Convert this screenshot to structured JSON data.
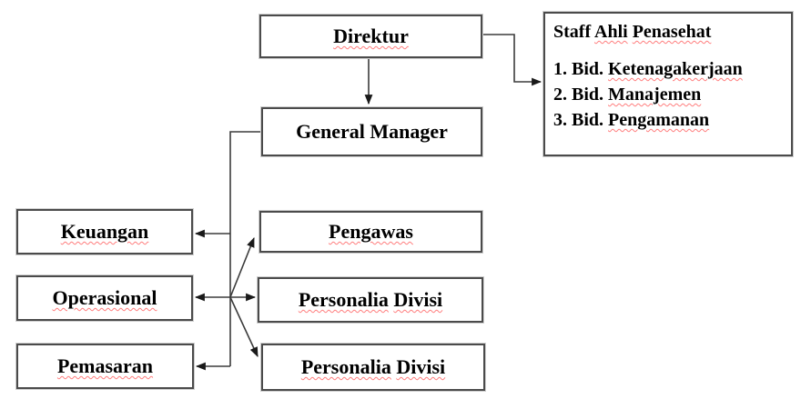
{
  "colors": {
    "box_border": "#4b4b4b",
    "box_halo": "#cfcfcf",
    "box_background": "#ffffff",
    "text": "#000000",
    "spellcheck_underline": "#ff7d7d",
    "connector_line": "#3b3b3b",
    "arrowhead": "#1a1a1a"
  },
  "nodes": {
    "direktur": {
      "label": "Direktur"
    },
    "general_manager": {
      "label": "General Manager"
    },
    "keuangan": {
      "label": "Keuangan"
    },
    "operasional": {
      "label": "Operasional"
    },
    "pemasaran": {
      "label": "Pemasaran"
    },
    "pengawas": {
      "label": "Pengawas"
    },
    "personalia_divisi_1": {
      "word1": "Personalia",
      "word2": "Divisi"
    },
    "personalia_divisi_2": {
      "word1": "Personalia",
      "word2": "Divisi"
    }
  },
  "advisor": {
    "title": {
      "word1": "Staff",
      "word2": "Ahli",
      "word3": "Penasehat"
    },
    "items": [
      {
        "prefix": "1. Bid.",
        "term": "Ketenagakerjaan"
      },
      {
        "prefix": "2. Bid.",
        "term": "Manajemen"
      },
      {
        "prefix": "3. Bid.",
        "term": "Pengamanan"
      }
    ]
  },
  "edges": [
    {
      "from": "Direktur",
      "to": "General Manager",
      "type": "arrow"
    },
    {
      "from": "Direktur",
      "to": "Staff Ahli Penasehat",
      "type": "arrow"
    },
    {
      "from": "General Manager",
      "to": "Keuangan",
      "type": "arrow"
    },
    {
      "from": "General Manager",
      "to": "Operasional",
      "type": "arrow"
    },
    {
      "from": "General Manager",
      "to": "Pemasaran",
      "type": "arrow"
    },
    {
      "from": "General Manager",
      "to": "Pengawas",
      "type": "arrow"
    },
    {
      "from": "General Manager",
      "to": "Personalia Divisi (atas)",
      "type": "arrow"
    },
    {
      "from": "General Manager",
      "to": "Personalia Divisi (bawah)",
      "type": "arrow"
    }
  ]
}
